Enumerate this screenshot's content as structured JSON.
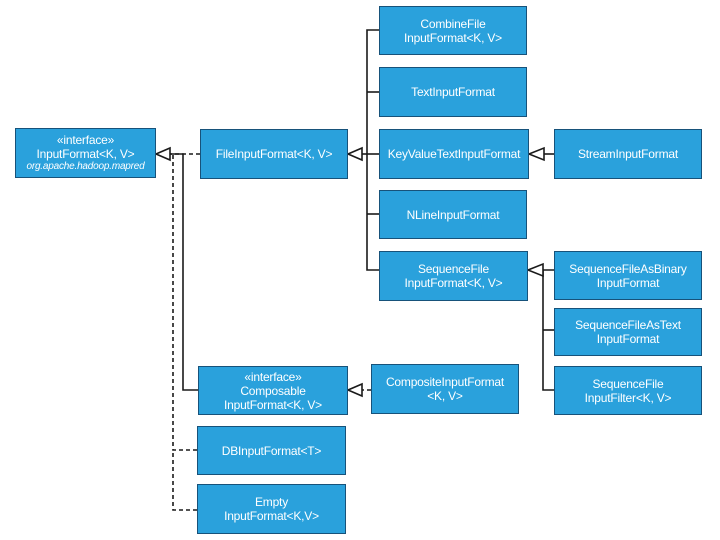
{
  "diagram": {
    "classes": {
      "inputformat": {
        "stereotype": "«interface»",
        "line1": "InputFormat<K, V>",
        "package": "org.apache.hadoop.mapred"
      },
      "fileinputformat": {
        "line1": "FileInputFormat<K, V>"
      },
      "combinefile": {
        "line1": "CombineFile",
        "line2": "InputFormat<K, V>"
      },
      "textinputformat": {
        "line1": "TextInputFormat"
      },
      "keyvaluetext": {
        "line1": "KeyValueTextInputFormat"
      },
      "streaminputformat": {
        "line1": "StreamInputFormat"
      },
      "nlineinputformat": {
        "line1": "NLineInputFormat"
      },
      "sequencefile": {
        "line1": "SequenceFile",
        "line2": "InputFormat<K, V>"
      },
      "seqasbinary": {
        "line1": "SequenceFileAsBinary",
        "line2": "InputFormat"
      },
      "seqastext": {
        "line1": "SequenceFileAsText",
        "line2": "InputFormat"
      },
      "seqfilter": {
        "line1": "SequenceFile",
        "line2": "InputFilter<K, V>"
      },
      "composable": {
        "stereotype": "«interface»",
        "line1": "Composable",
        "line2": "InputFormat<K, V>"
      },
      "compositeinput": {
        "line1": "CompositeInputFormat",
        "line2": "<K, V>"
      },
      "dbinput": {
        "line1": "DBInputFormat<T>"
      },
      "emptyinput": {
        "line1": "Empty",
        "line2": "InputFormat<K,V>"
      }
    },
    "colors": {
      "box_fill": "#2aa1dc",
      "box_border": "#17527a",
      "box_text": "#ffffff",
      "line": "#1a1a1a"
    }
  }
}
